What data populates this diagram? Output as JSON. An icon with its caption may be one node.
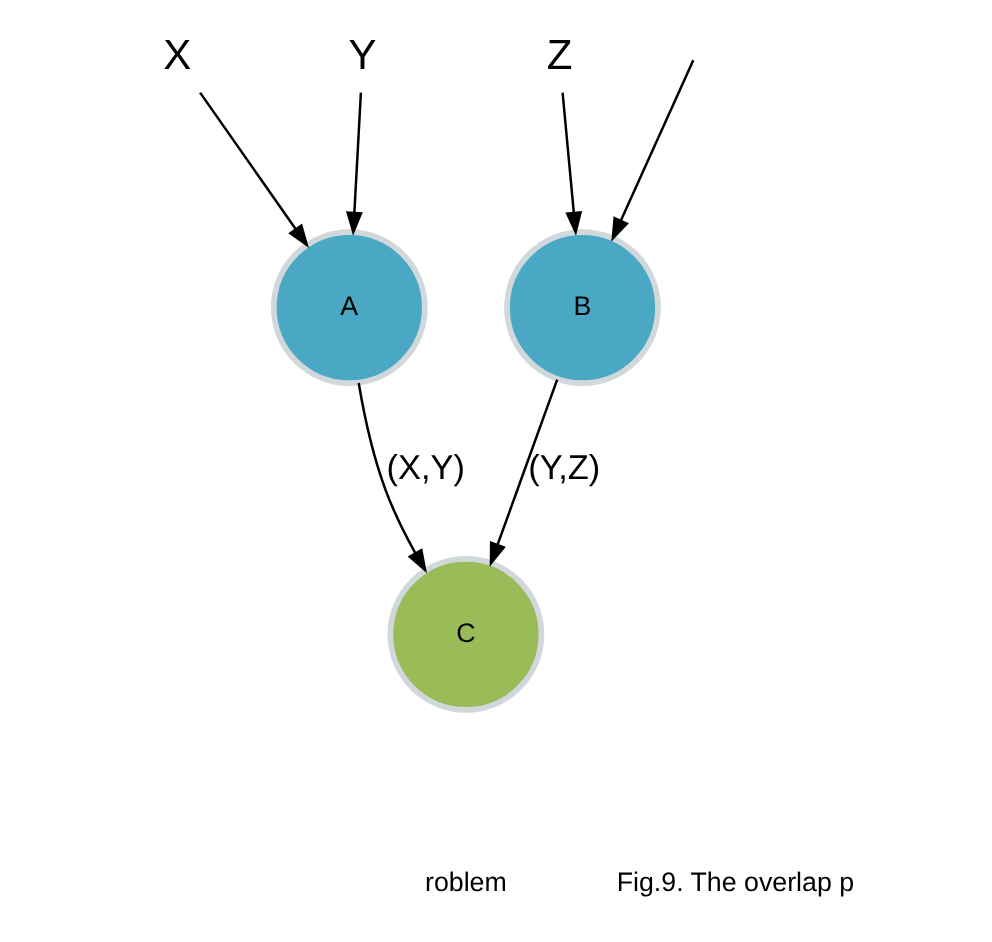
{
  "diagram": {
    "nodes": [
      {
        "text": [
          "X"
        ]
      },
      {
        "text": [
          "Y"
        ]
      },
      {
        "text": [
          "Z"
        ]
      },
      {
        "text": [
          "A"
        ]
      },
      {
        "text": [
          "B"
        ]
      },
      {
        "text": [
          "C"
        ]
      }
    ],
    "edges": [
      {
        "from": 0,
        "to": 3,
        "arrow": "to"
      },
      {
        "from": 1,
        "to": 3,
        "arrow": "to"
      },
      {
        "from": null,
        "to": 4,
        "arrow": "to"
      },
      {
        "from": 2,
        "to": 4,
        "arrow": "to"
      },
      {
        "from": 3,
        "to": 5,
        "arrow": "to",
        "label": "(X,Y)"
      },
      {
        "from": 4,
        "to": 5,
        "arrow": "to",
        "label": "(Y,Z)"
      }
    ],
    "labels": [
      "roblem",
      "Fig.9. The overlap p"
    ]
  }
}
